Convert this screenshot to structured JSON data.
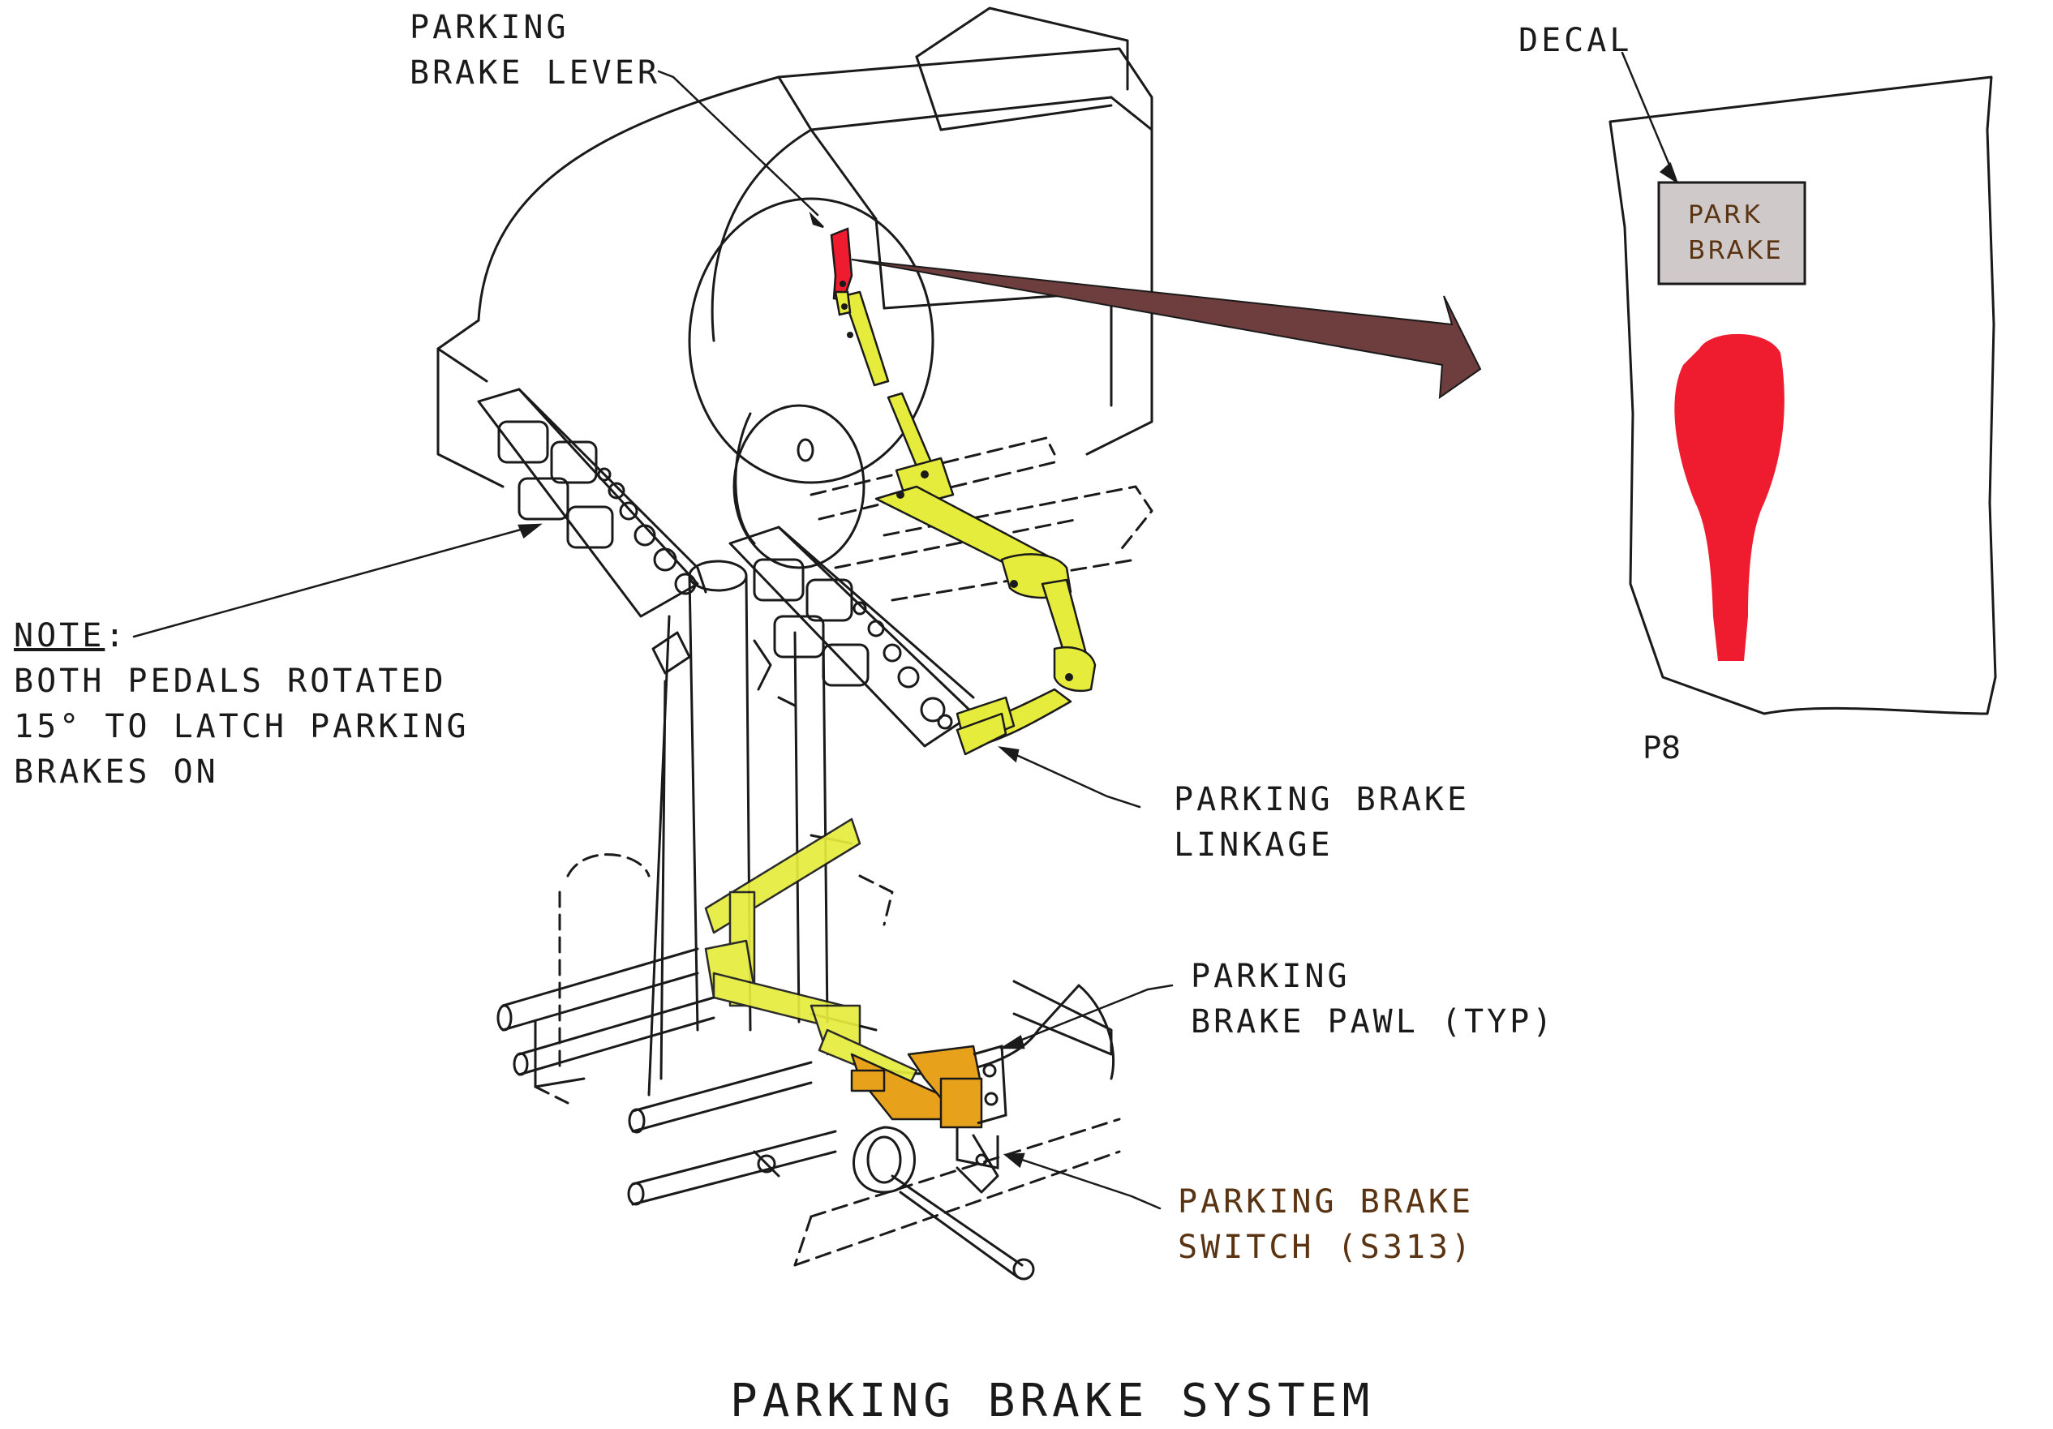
{
  "diagram": {
    "title": "PARKING BRAKE SYSTEM",
    "labels": {
      "parking_brake_lever": [
        "PARKING",
        "BRAKE LEVER"
      ],
      "decal": "DECAL",
      "decal_text": [
        "PARK",
        "BRAKE"
      ],
      "panel": "P8",
      "note_heading": "NOTE",
      "note_colon": ":",
      "note_body": [
        "BOTH PEDALS ROTATED",
        "15° TO LATCH PARKING",
        "BRAKES ON"
      ],
      "parking_brake_linkage": [
        "PARKING BRAKE",
        "LINKAGE"
      ],
      "parking_brake_pawl": [
        "PARKING",
        "BRAKE PAWL (TYP)"
      ],
      "parking_brake_switch": [
        "PARKING BRAKE",
        "SWITCH (S313)"
      ]
    },
    "colors": {
      "line": "#1a1a1a",
      "linkage_yellow": "#e6ec3c",
      "lever_red": "#ee1c2e",
      "pawl_orange": "#e8a11a",
      "arrow_brown": "#6e3d3d",
      "decal_fill": "#cfc9c9",
      "switch_label_brown": "#5a3412"
    }
  }
}
